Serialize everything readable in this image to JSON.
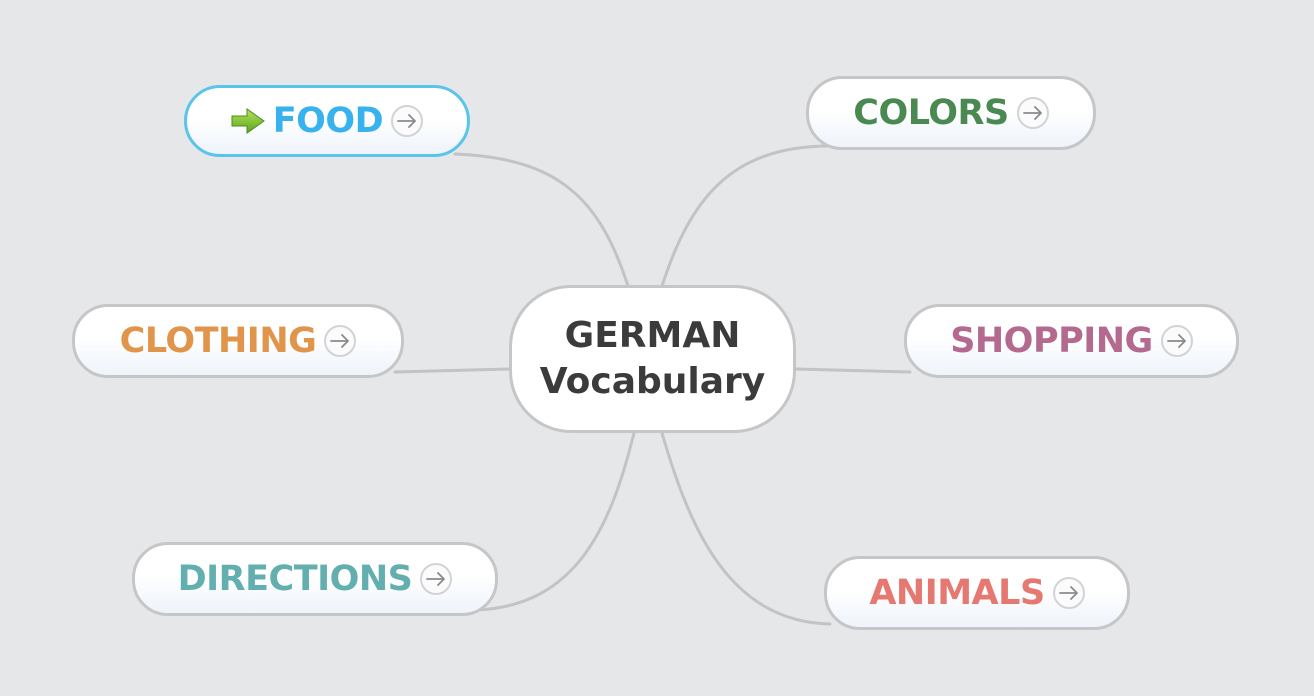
{
  "center": {
    "line1": "GERMAN",
    "line2": "Vocabulary"
  },
  "topics": {
    "food": {
      "label": "FOOD",
      "color": "#37b2ee",
      "selected": true,
      "marker": "green-arrow-icon"
    },
    "colors": {
      "label": "COLORS",
      "color": "#4a8a52"
    },
    "clothing": {
      "label": "CLOTHING",
      "color": "#e1954a"
    },
    "shopping": {
      "label": "SHOPPING",
      "color": "#b4698f"
    },
    "directions": {
      "label": "DIRECTIONS",
      "color": "#63aeae"
    },
    "animals": {
      "label": "ANIMALS",
      "color": "#e57870"
    }
  },
  "icons": {
    "expand": "arrow-right-circle-icon",
    "marker": "green-arrow-icon"
  },
  "colors": {
    "background": "#e6e7e9",
    "connector": "#c3c3c5",
    "node_border": "#c6c6c8",
    "selected_border": "#5cc4eb",
    "center_text": "#3b3b3b"
  }
}
